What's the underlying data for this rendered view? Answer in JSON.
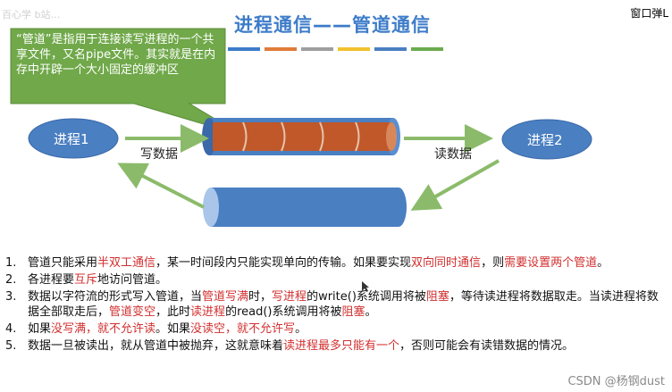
{
  "watermark_top_left": "百心学 b站…",
  "top_right_label": "窗口弹L",
  "title": "进程通信——管道通信",
  "accent_colors": [
    "#3d7cc9",
    "#e07b39",
    "#9e9e9e",
    "#f2c12e",
    "#4a7fc1",
    "#6aab4f"
  ],
  "callout": {
    "text": "“管道”是指用于连接读写进程的一个共享文件，又名pipe文件。其实就是在内存中开辟一个大小固定的缓冲区",
    "fill": "#70a84a"
  },
  "diagram": {
    "process1": "进程1",
    "process2": "进程2",
    "write_label": "写数据",
    "read_label": "读数据",
    "pipe_fill": "#c0582a",
    "empty_pipe_fill": "#4a7fc1"
  },
  "list": [
    {
      "num": "1.",
      "segments": [
        {
          "t": "管道只能采用",
          "red": false
        },
        {
          "t": "半双工通信",
          "red": true
        },
        {
          "t": "，某一时间段内只能实现单向的传输。如果要实现",
          "red": false
        },
        {
          "t": "双向同时通信",
          "red": true
        },
        {
          "t": "，则",
          "red": false
        },
        {
          "t": "需要设置两个管道",
          "red": true
        },
        {
          "t": "。",
          "red": false
        }
      ]
    },
    {
      "num": "2.",
      "segments": [
        {
          "t": "各进程要",
          "red": false
        },
        {
          "t": "互斥",
          "red": true
        },
        {
          "t": "地访问管道。",
          "red": false
        }
      ]
    },
    {
      "num": "3.",
      "segments": [
        {
          "t": "数据以字符流的形式写入管道，当",
          "red": false
        },
        {
          "t": "管道写满",
          "red": true
        },
        {
          "t": "时，",
          "red": false
        },
        {
          "t": "写进程",
          "red": true
        },
        {
          "t": "的write()系统调用将被",
          "red": false
        },
        {
          "t": "阻塞",
          "red": true
        },
        {
          "t": "，等待读进程将数据取走。当读进程将数据全部取走后，",
          "red": false
        },
        {
          "t": "管道变空",
          "red": true
        },
        {
          "t": "，此时",
          "red": false
        },
        {
          "t": "读进程",
          "red": true
        },
        {
          "t": "的read()系统调用将被",
          "red": false
        },
        {
          "t": "阻塞",
          "red": true
        },
        {
          "t": "。",
          "red": false
        }
      ]
    },
    {
      "num": "4.",
      "segments": [
        {
          "t": "如果",
          "red": false
        },
        {
          "t": "没写满，就不允许读",
          "red": true
        },
        {
          "t": "。如果",
          "red": false
        },
        {
          "t": "没读空，就不允许写",
          "red": true
        },
        {
          "t": "。",
          "red": false
        }
      ]
    },
    {
      "num": "5.",
      "segments": [
        {
          "t": "数据一旦被读出，就从管道中被抛弃，这就意味着",
          "red": false
        },
        {
          "t": "读进程最多只能有一个",
          "red": true
        },
        {
          "t": "，否则可能会有读错数据的情况。",
          "red": false
        }
      ]
    }
  ],
  "footer_watermark": "CSDN @杨钢dust"
}
